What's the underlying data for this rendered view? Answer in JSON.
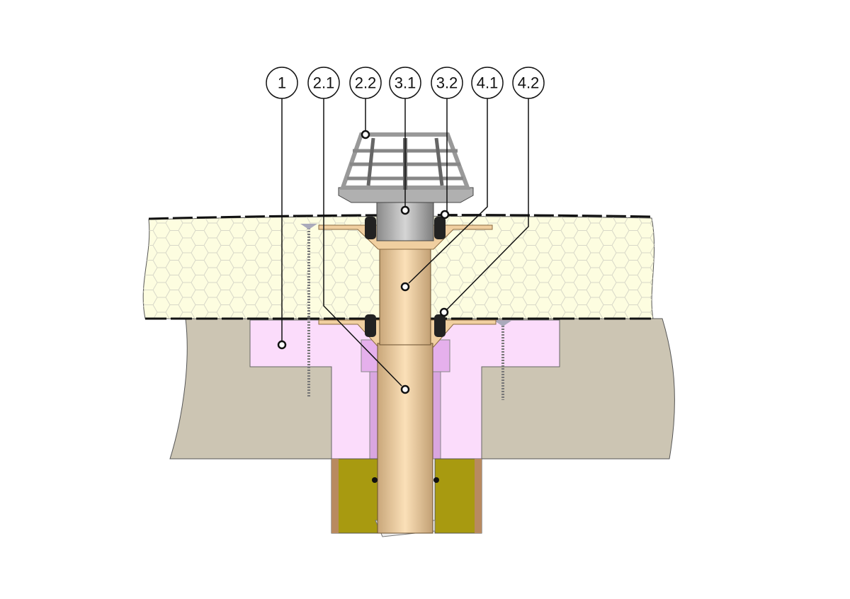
{
  "diagram": {
    "callouts": [
      {
        "id": "1",
        "label": "1"
      },
      {
        "id": "2.1",
        "label": "2.1"
      },
      {
        "id": "2.2",
        "label": "2.2"
      },
      {
        "id": "3.1",
        "label": "3.1"
      },
      {
        "id": "3.2",
        "label": "3.2"
      },
      {
        "id": "4.1",
        "label": "4.1"
      },
      {
        "id": "4.2",
        "label": "4.2"
      }
    ],
    "colors": {
      "insulation": "#fdfde0",
      "concrete": "#ccc5b3",
      "pink_insulation": "#fbdcfb",
      "pipe": "#f0cfa0",
      "grate": "#a8a8a8",
      "mineral_wool": "#a89a10"
    }
  }
}
